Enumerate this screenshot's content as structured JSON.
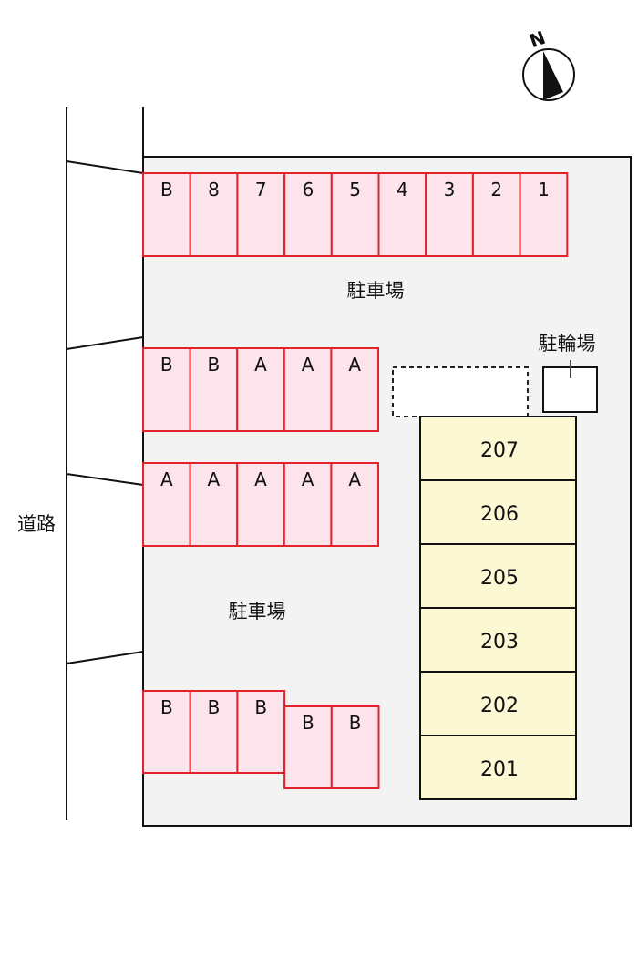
{
  "labels": {
    "road": "道路",
    "parking_top": "駐車場",
    "parking_bottom": "駐車場",
    "bicycle_parking": "駐輪場",
    "north": "N"
  },
  "parking_rows": [
    {
      "name": "row-1",
      "spaces": [
        "B",
        "8",
        "7",
        "6",
        "5",
        "4",
        "3",
        "2",
        "1"
      ]
    },
    {
      "name": "row-2",
      "spaces": [
        "B",
        "B",
        "A",
        "A",
        "A"
      ]
    },
    {
      "name": "row-3",
      "spaces": [
        "A",
        "A",
        "A",
        "A",
        "A"
      ]
    },
    {
      "name": "row-4",
      "spaces": [
        "B",
        "B",
        "B",
        "B",
        "B"
      ]
    }
  ],
  "building_units": [
    "207",
    "206",
    "205",
    "203",
    "202",
    "201"
  ],
  "colors": {
    "lot": "#f3f3f3",
    "space_fill": "#fde4ec",
    "space_border": "#e3232c",
    "unit_fill": "#fbf8d3",
    "line": "#111111"
  }
}
